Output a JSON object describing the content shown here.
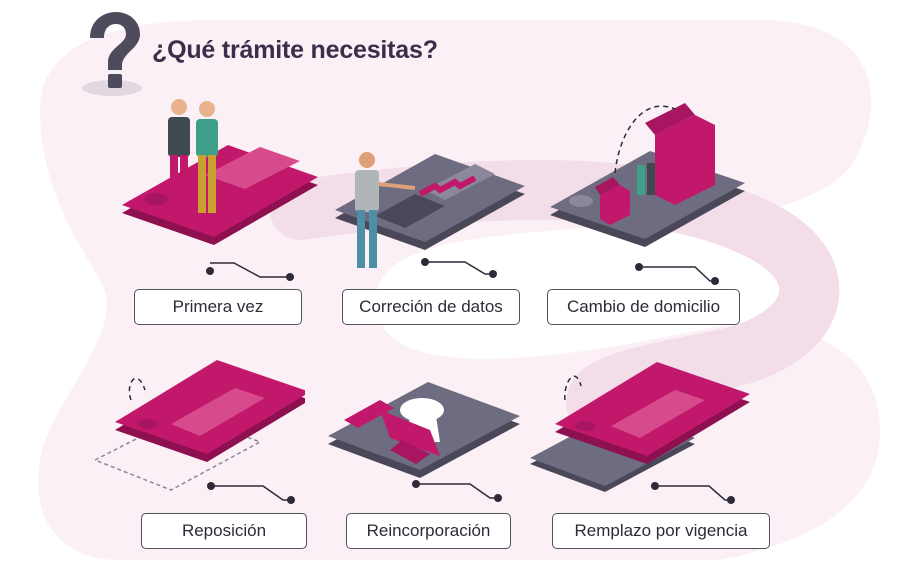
{
  "heading": "¿Qué trámite necesitas?",
  "colors": {
    "magenta": "#c2186b",
    "magenta_dark": "#8e1050",
    "slate": "#6e6c80",
    "slate_dark": "#4a4858",
    "bg_wave": "#f7e9f0",
    "heading": "#3a2f4a"
  },
  "icons": [
    "question-mark-icon"
  ],
  "options": [
    {
      "label": "Primera vez"
    },
    {
      "label": "Correción de datos"
    },
    {
      "label": "Cambio de domicilio"
    },
    {
      "label": "Reposición"
    },
    {
      "label": "Reincorporación"
    },
    {
      "label": "Remplazo por vigencia"
    }
  ]
}
